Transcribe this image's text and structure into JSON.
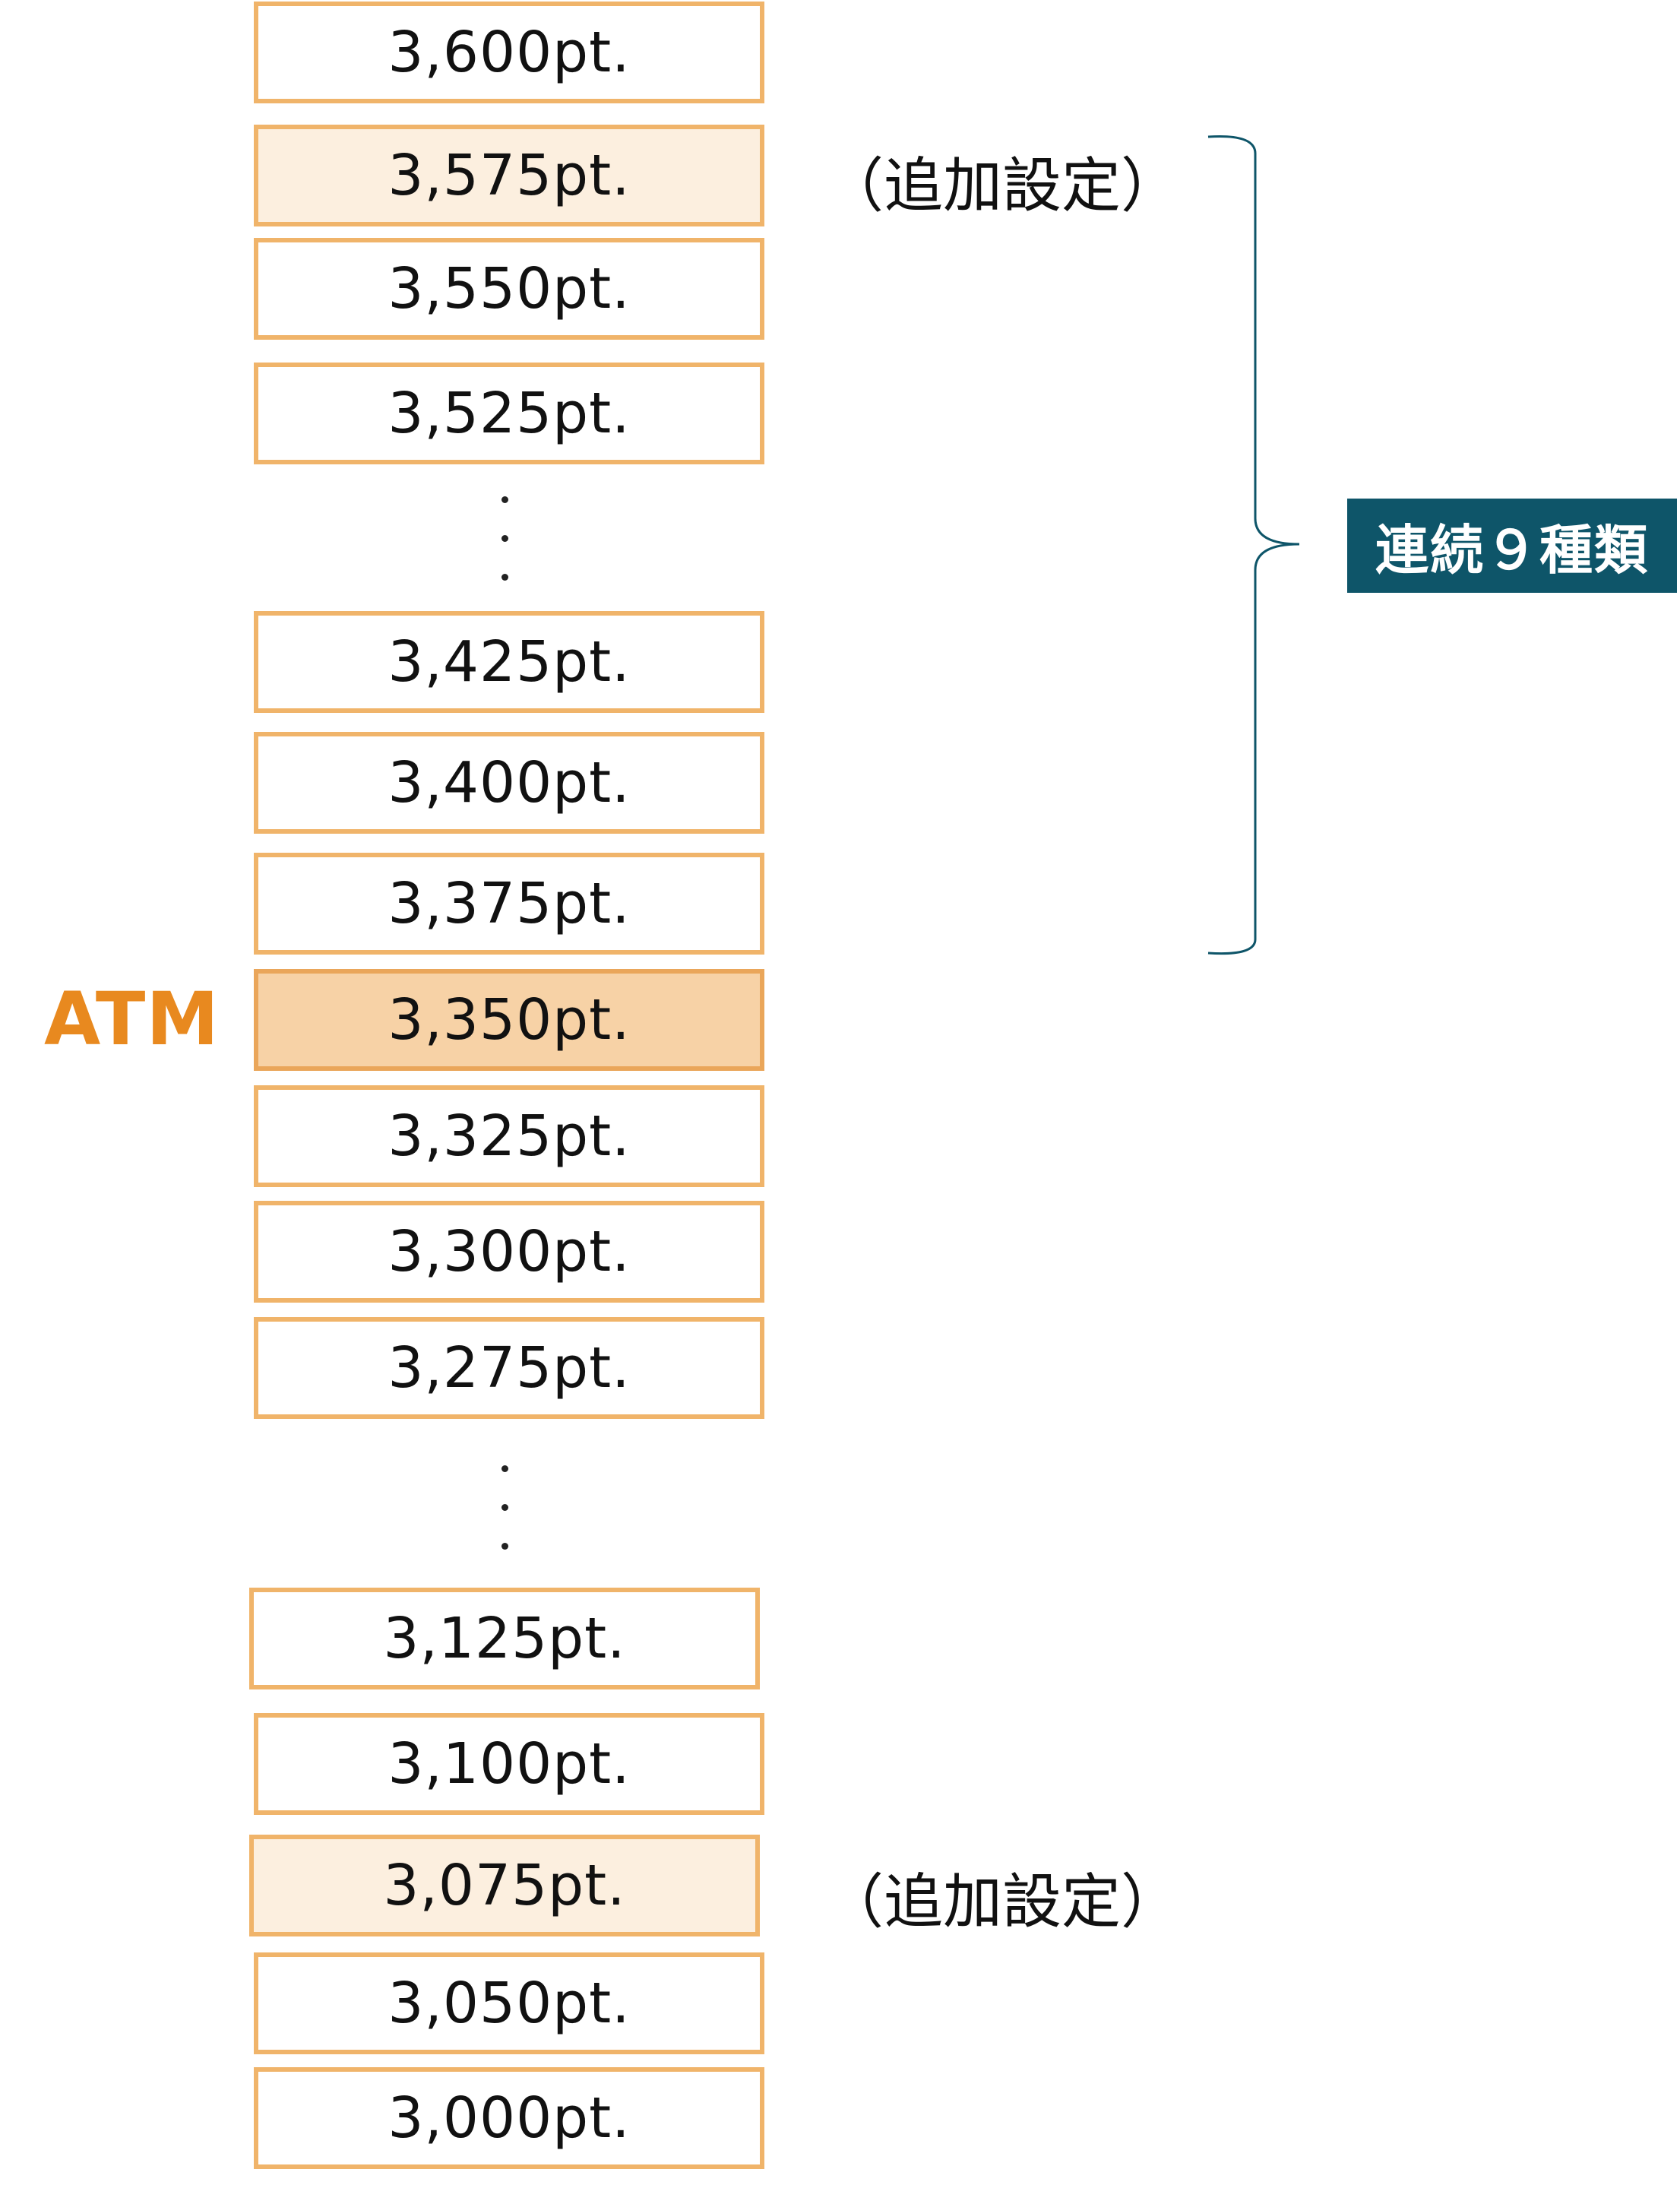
{
  "strike_list": [
    {
      "label": "3,600pt.",
      "kind": "normal"
    },
    {
      "label": "3,575pt.",
      "kind": "additional"
    },
    {
      "label": "3,550pt.",
      "kind": "normal"
    },
    {
      "label": "3,525pt.",
      "kind": "normal"
    },
    {
      "label": "3,425pt.",
      "kind": "normal"
    },
    {
      "label": "3,400pt.",
      "kind": "normal"
    },
    {
      "label": "3,375pt.",
      "kind": "normal"
    },
    {
      "label": "3,350pt.",
      "kind": "atm"
    },
    {
      "label": "3,325pt.",
      "kind": "normal"
    },
    {
      "label": "3,300pt.",
      "kind": "normal"
    },
    {
      "label": "3,275pt.",
      "kind": "normal"
    },
    {
      "label": "3,125pt.",
      "kind": "normal"
    },
    {
      "label": "3,100pt.",
      "kind": "normal"
    },
    {
      "label": "3,075pt.",
      "kind": "additional"
    },
    {
      "label": "3,050pt.",
      "kind": "normal"
    },
    {
      "label": "3,000pt.",
      "kind": "normal"
    }
  ],
  "notes": {
    "top_additional": "（追加設定）",
    "bottom_additional": "（追加設定）"
  },
  "atm_label": "ATM",
  "series_badge": "連続９種類",
  "colors": {
    "box_border": "#f0b46a",
    "additional_fill": "#fcefdf",
    "atm_fill": "#f7d2a6",
    "atm_text": "#e8891f",
    "badge_fill": "#0e5569",
    "brace": "#0e5569"
  }
}
